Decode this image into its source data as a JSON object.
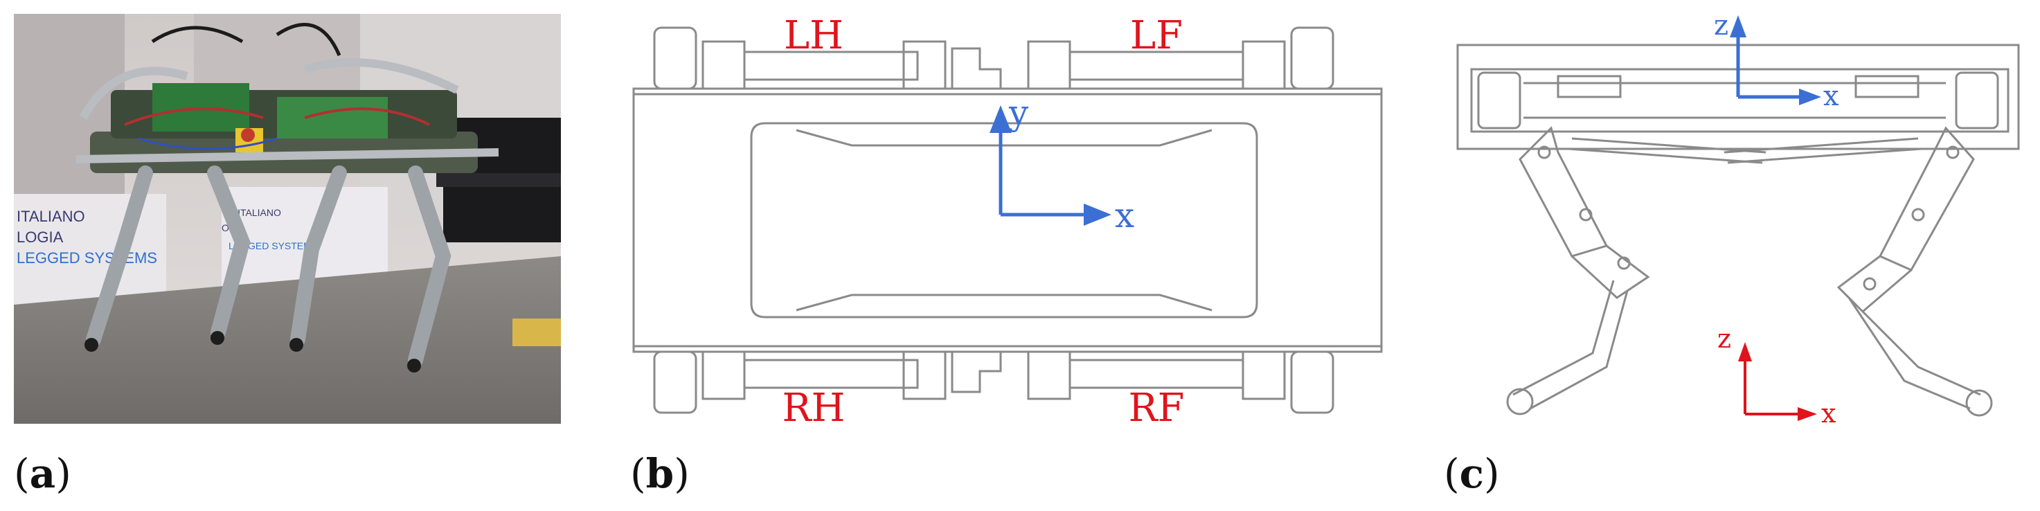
{
  "panels": {
    "a": {
      "caption_open": "(",
      "caption_letter": "a",
      "caption_close": ")"
    },
    "b": {
      "caption_open": "(",
      "caption_letter": "b",
      "caption_close": ")",
      "leg_labels": {
        "lh": "LH",
        "lf": "LF",
        "rh": "RH",
        "rf": "RF"
      },
      "axis_labels": {
        "x": "x",
        "y": "y"
      }
    },
    "c": {
      "caption_open": "(",
      "caption_letter": "c",
      "caption_close": ")",
      "top_axis_labels": {
        "z": "z",
        "x": "x"
      },
      "foot_axis_labels": {
        "z": "z",
        "x": "x"
      }
    }
  },
  "photo_background_text": {
    "line1": "ITALIANO",
    "line2": "LOGIA",
    "line3": "LEGGED SYSTEMS",
    "sign1": "TO ITALIANO",
    "sign2": "OGIA",
    "sign3": "LEGGED SYSTEMS"
  },
  "colors": {
    "leg_label_red": "#e0141c",
    "axis_blue": "#3b6fd4",
    "axis_red": "#e0141c",
    "drawing_gray": "#8a8a8a"
  }
}
